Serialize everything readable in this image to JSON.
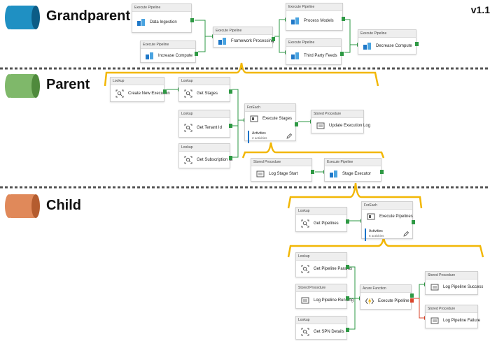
{
  "version": "v1.1",
  "tiers": {
    "grandparent": {
      "label": "Grandparent",
      "color": "#1f90c3"
    },
    "parent": {
      "label": "Parent",
      "color": "#7fb86a"
    },
    "child": {
      "label": "Child",
      "color": "#e0895a"
    }
  },
  "activities": {
    "data_ingestion": {
      "type": "Execute Pipeline",
      "label": "Data Ingestion"
    },
    "increase_compute": {
      "type": "Execute Pipeline",
      "label": "Increase Compute"
    },
    "framework_processing": {
      "type": "Execute Pipeline",
      "label": "Framework Processing"
    },
    "process_models": {
      "type": "Execute Pipeline",
      "label": "Process Models"
    },
    "third_party_feeds": {
      "type": "Execute Pipeline",
      "label": "Third Party Feeds"
    },
    "decrease_compute": {
      "type": "Execute Pipeline",
      "label": "Decrease Compute"
    },
    "create_new_execution": {
      "type": "Lookup",
      "label": "Create New Execution"
    },
    "get_stages": {
      "type": "Lookup",
      "label": "Get Stages"
    },
    "get_tenant_id": {
      "type": "Lookup",
      "label": "Get Tenant Id"
    },
    "get_subscription_id": {
      "type": "Lookup",
      "label": "Get Subscription Id"
    },
    "execute_stages": {
      "type": "ForEach",
      "label": "Execute Stages",
      "activities_label": "Activities",
      "activities_count": "2 activities"
    },
    "update_execution_log": {
      "type": "Stored Procedure",
      "label": "Update Execution Log"
    },
    "log_stage_start": {
      "type": "Stored Procedure",
      "label": "Log Stage Start"
    },
    "stage_executor": {
      "type": "Execute Pipeline",
      "label": "Stage Executor"
    },
    "get_pipelines": {
      "type": "Lookup",
      "label": "Get Pipelines"
    },
    "execute_pipelines": {
      "type": "ForEach",
      "label": "Execute Pipelines",
      "activities_label": "Activities",
      "activities_count": "6 activities"
    },
    "get_pipeline_params": {
      "type": "Lookup",
      "label": "Get Pipeline Params"
    },
    "log_pipeline_running": {
      "type": "Stored Procedure",
      "label": "Log Pipeline Running"
    },
    "get_spn_details": {
      "type": "Lookup",
      "label": "Get SPN Details"
    },
    "execute_pipeline": {
      "type": "Azure Function",
      "label": "Execute Pipeline"
    },
    "log_pipeline_success": {
      "type": "Stored Procedure",
      "label": "Log Pipeline Success"
    },
    "log_pipeline_failure": {
      "type": "Stored Procedure",
      "label": "Log Pipeline Failure"
    }
  }
}
